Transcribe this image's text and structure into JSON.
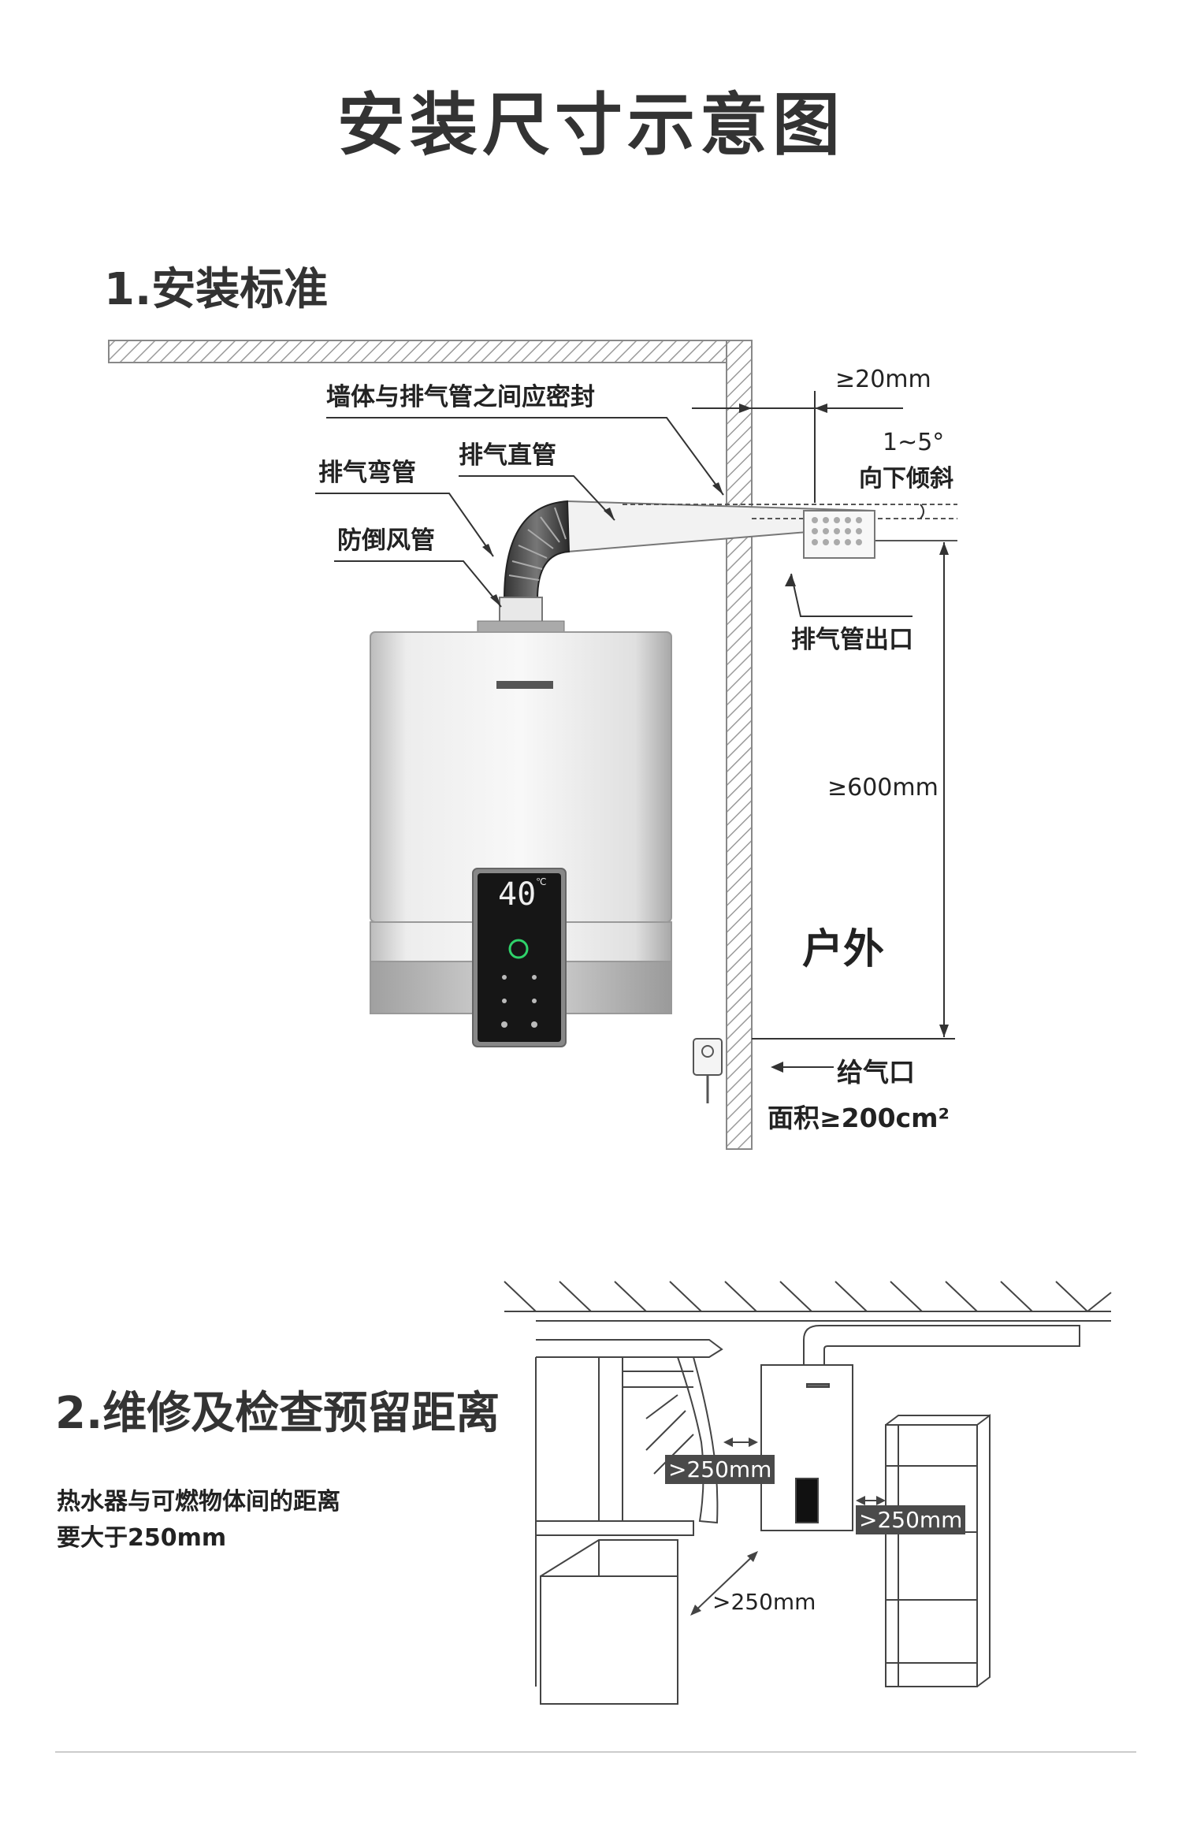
{
  "title": "安装尺寸示意图",
  "section1": {
    "heading": "1.安装标准",
    "labels": {
      "wall_seal": "墙体与排气管之间应密封",
      "straight_pipe": "排气直管",
      "bend_pipe": "排气弯管",
      "anti_backdraft": "防倒风管",
      "outlet": "排气管出口",
      "gap_20": "≥20mm",
      "tilt_line1": "1~5°",
      "tilt_line2": "向下倾斜",
      "height_600": "≥600mm",
      "outdoor": "户外",
      "air_inlet_line1": "给气口",
      "air_inlet_line2": "面积≥200cm²"
    },
    "heater": {
      "display_temp": "40",
      "display_unit": "℃"
    }
  },
  "section2": {
    "heading": "2.维修及检查预留距离",
    "desc_line1": "热水器与可燃物体间的距离",
    "desc_line2": "要大于250mm",
    "dist_left": ">250mm",
    "dist_right": ">250mm",
    "dist_front": ">250mm"
  }
}
